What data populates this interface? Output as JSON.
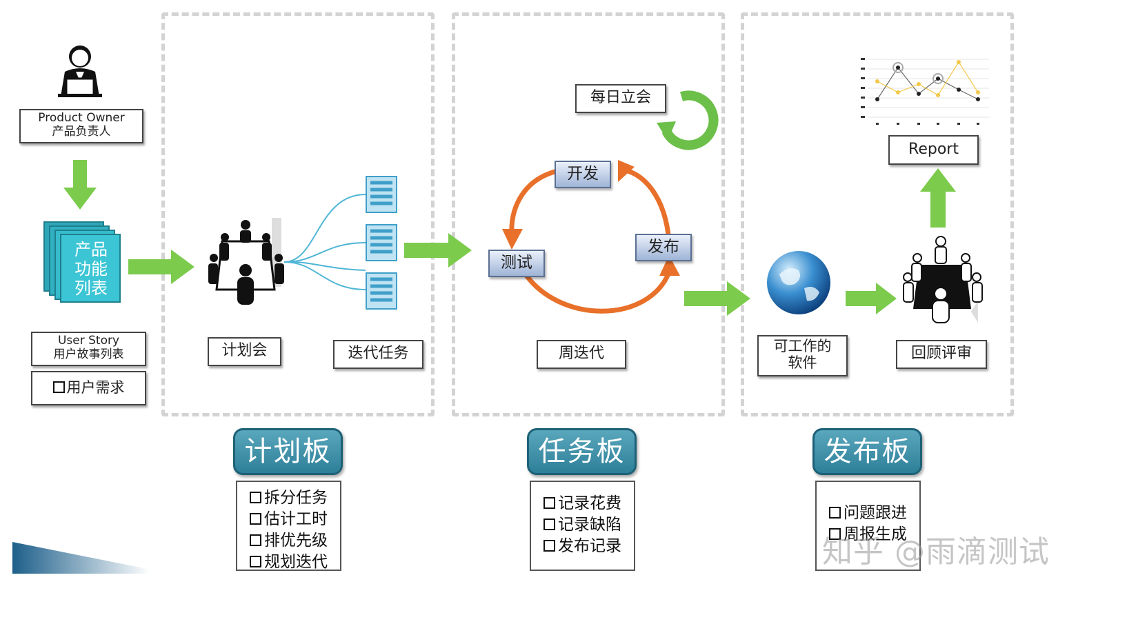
{
  "product_owner": {
    "label_en": "Product Owner",
    "label_zh": "产品负责人"
  },
  "product_list": {
    "line1": "产品",
    "line2": "功能",
    "line3": "列表"
  },
  "user_story": {
    "label_en": "User Story",
    "label_zh": "用户故事列表"
  },
  "user_needs": "用户需求",
  "planning_meeting": "计划会",
  "iteration_tasks": "迭代任务",
  "daily_standup": "每日立会",
  "cycle": {
    "develop": "开发",
    "test": "测试",
    "release": "发布"
  },
  "weekly_iteration": "周迭代",
  "working_software": {
    "line1": "可工作的",
    "line2": "软件"
  },
  "report": "Report",
  "retrospective": "回顾评审",
  "boards": [
    {
      "title": "计划板",
      "items": [
        "拆分任务",
        "估计工时",
        "排优先级",
        "规划迭代"
      ]
    },
    {
      "title": "任务板",
      "items": [
        "记录花费",
        "记录缺陷",
        "发布记录"
      ]
    },
    {
      "title": "发布板",
      "items": [
        "问题跟进",
        "周报生成"
      ]
    }
  ],
  "watermark": "知乎 @雨滴测试",
  "colors": {
    "arrow_green": "#7ccb4d",
    "cycle_orange": "#e8702a",
    "board_teal": "#3f8fa8",
    "refresh_green": "#6cc04a",
    "document_blue": "#3f9fc9"
  }
}
